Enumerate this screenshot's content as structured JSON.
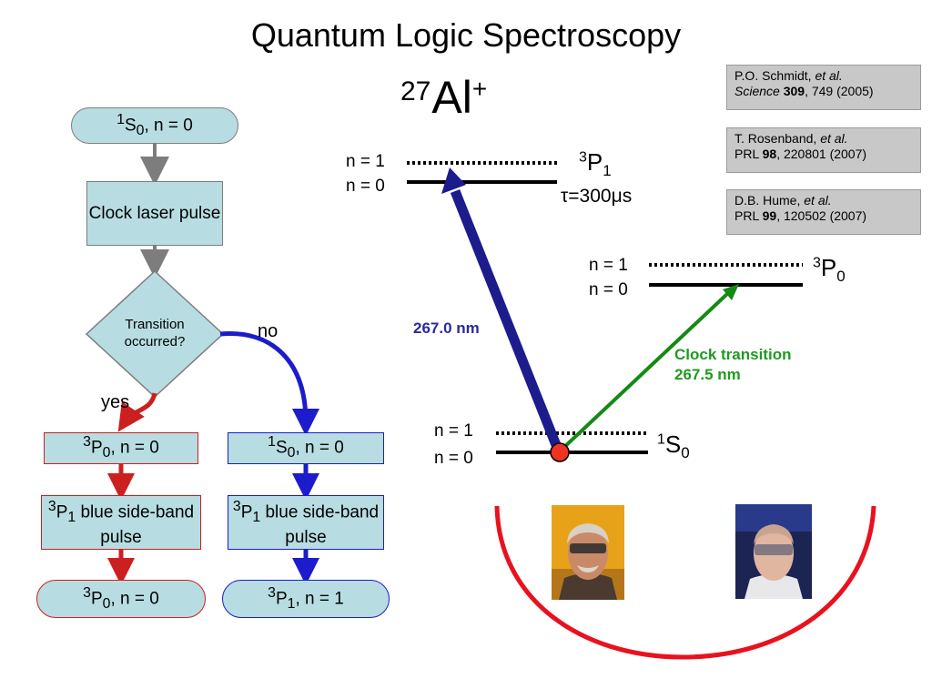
{
  "title": "Quantum Logic Spectroscopy",
  "ion": {
    "mass": "27",
    "element": "Al",
    "charge": "+"
  },
  "references": [
    {
      "authors": "P.O. Schmidt,",
      "etal": "et al.",
      "journal": "Science",
      "volume": "309",
      "rest": ", 749 (2005)"
    },
    {
      "authors": "T. Rosenband,",
      "etal": "et al.",
      "journal": "PRL",
      "volume": "98",
      "rest": ", 220801 (2007)"
    },
    {
      "authors": "D.B. Hume,",
      "etal": "et al.",
      "journal": "PRL",
      "volume": "99",
      "rest": ", 120502 (2007)"
    }
  ],
  "flowchart": {
    "start": {
      "mult": "1",
      "term": "S",
      "j": "0",
      "rest": ", n = 0"
    },
    "clock_pulse": "Clock laser pulse",
    "decision": "Transition occurred?",
    "yes_label": "yes",
    "no_label": "no",
    "yes_branch": {
      "state": {
        "mult": "3",
        "term": "P",
        "j": "0",
        "rest": ", n = 0"
      },
      "pulse": {
        "mult": "3",
        "term": "P",
        "j": "1",
        "rest": " blue side-band pulse"
      },
      "end": {
        "mult": "3",
        "term": "P",
        "j": "0",
        "rest": ", n = 0"
      }
    },
    "no_branch": {
      "state": {
        "mult": "1",
        "term": "S",
        "j": "0",
        "rest": ", n = 0"
      },
      "pulse": {
        "mult": "3",
        "term": "P",
        "j": "1",
        "rest": " blue side-band pulse"
      },
      "end": {
        "mult": "3",
        "term": "P",
        "j": "1",
        "rest": ", n = 1"
      }
    }
  },
  "levels": {
    "p1": {
      "mult": "3",
      "term": "P",
      "j": "1",
      "n1": "n = 1",
      "n0": "n = 0",
      "lifetime": "τ=300μs"
    },
    "p0": {
      "mult": "3",
      "term": "P",
      "j": "0",
      "n1": "n = 1",
      "n0": "n = 0"
    },
    "s0": {
      "mult": "1",
      "term": "S",
      "j": "0",
      "n1": "n = 1",
      "n0": "n = 0"
    }
  },
  "transitions": {
    "blue": {
      "label": "267.0 nm",
      "color": "#1c1c8c"
    },
    "clock": {
      "line1": "Clock transition",
      "line2": "267.5 nm",
      "color": "#148a14"
    }
  },
  "colors": {
    "red": "#cc1f1f",
    "blue": "#1c1ccc",
    "gray": "#7d7d7d",
    "teal": "#b7dde2",
    "trap": "#e8121e",
    "ion": "#ee3322"
  }
}
